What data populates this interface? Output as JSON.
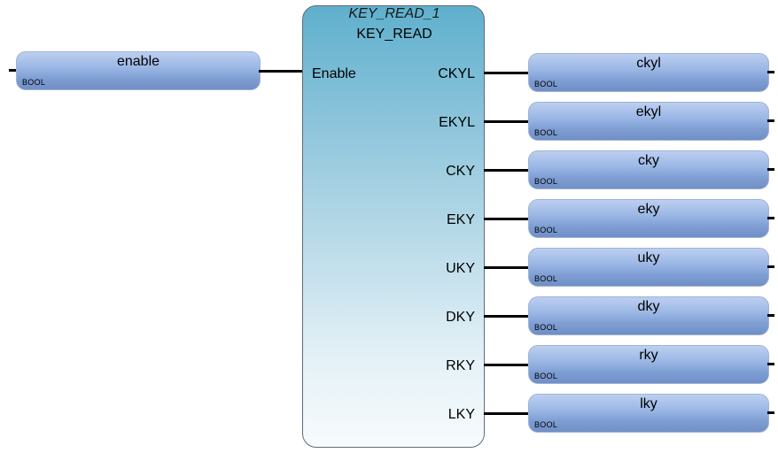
{
  "input_var": {
    "name": "enable",
    "type": "BOOL"
  },
  "block": {
    "instance": "KEY_READ_1",
    "type": "KEY_READ",
    "input_pin": "Enable",
    "output_pins": [
      "CKYL",
      "EKYL",
      "CKY",
      "EKY",
      "UKY",
      "DKY",
      "RKY",
      "LKY"
    ]
  },
  "outputs": [
    {
      "name": "ckyl",
      "type": "BOOL"
    },
    {
      "name": "ekyl",
      "type": "BOOL"
    },
    {
      "name": "cky",
      "type": "BOOL"
    },
    {
      "name": "eky",
      "type": "BOOL"
    },
    {
      "name": "uky",
      "type": "BOOL"
    },
    {
      "name": "dky",
      "type": "BOOL"
    },
    {
      "name": "rky",
      "type": "BOOL"
    },
    {
      "name": "lky",
      "type": "BOOL"
    }
  ]
}
